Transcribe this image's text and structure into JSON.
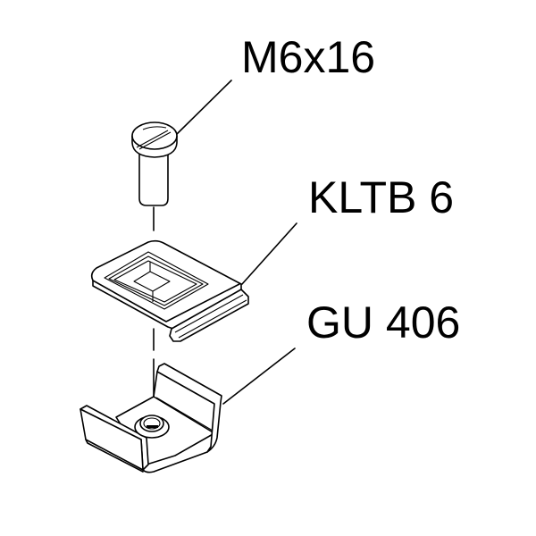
{
  "diagram": {
    "type": "exploded-assembly",
    "parts": [
      {
        "id": "screw",
        "label": "M6x16",
        "description": "slotted cheese-head screw"
      },
      {
        "id": "clip",
        "label": "KLTB 6",
        "description": "clamp clip with square hole and bent tab"
      },
      {
        "id": "bracket",
        "label": "GU 406",
        "description": "U-shaped base bracket with captive nut"
      }
    ],
    "colors": {
      "line": "#000000",
      "background": "#ffffff"
    }
  }
}
